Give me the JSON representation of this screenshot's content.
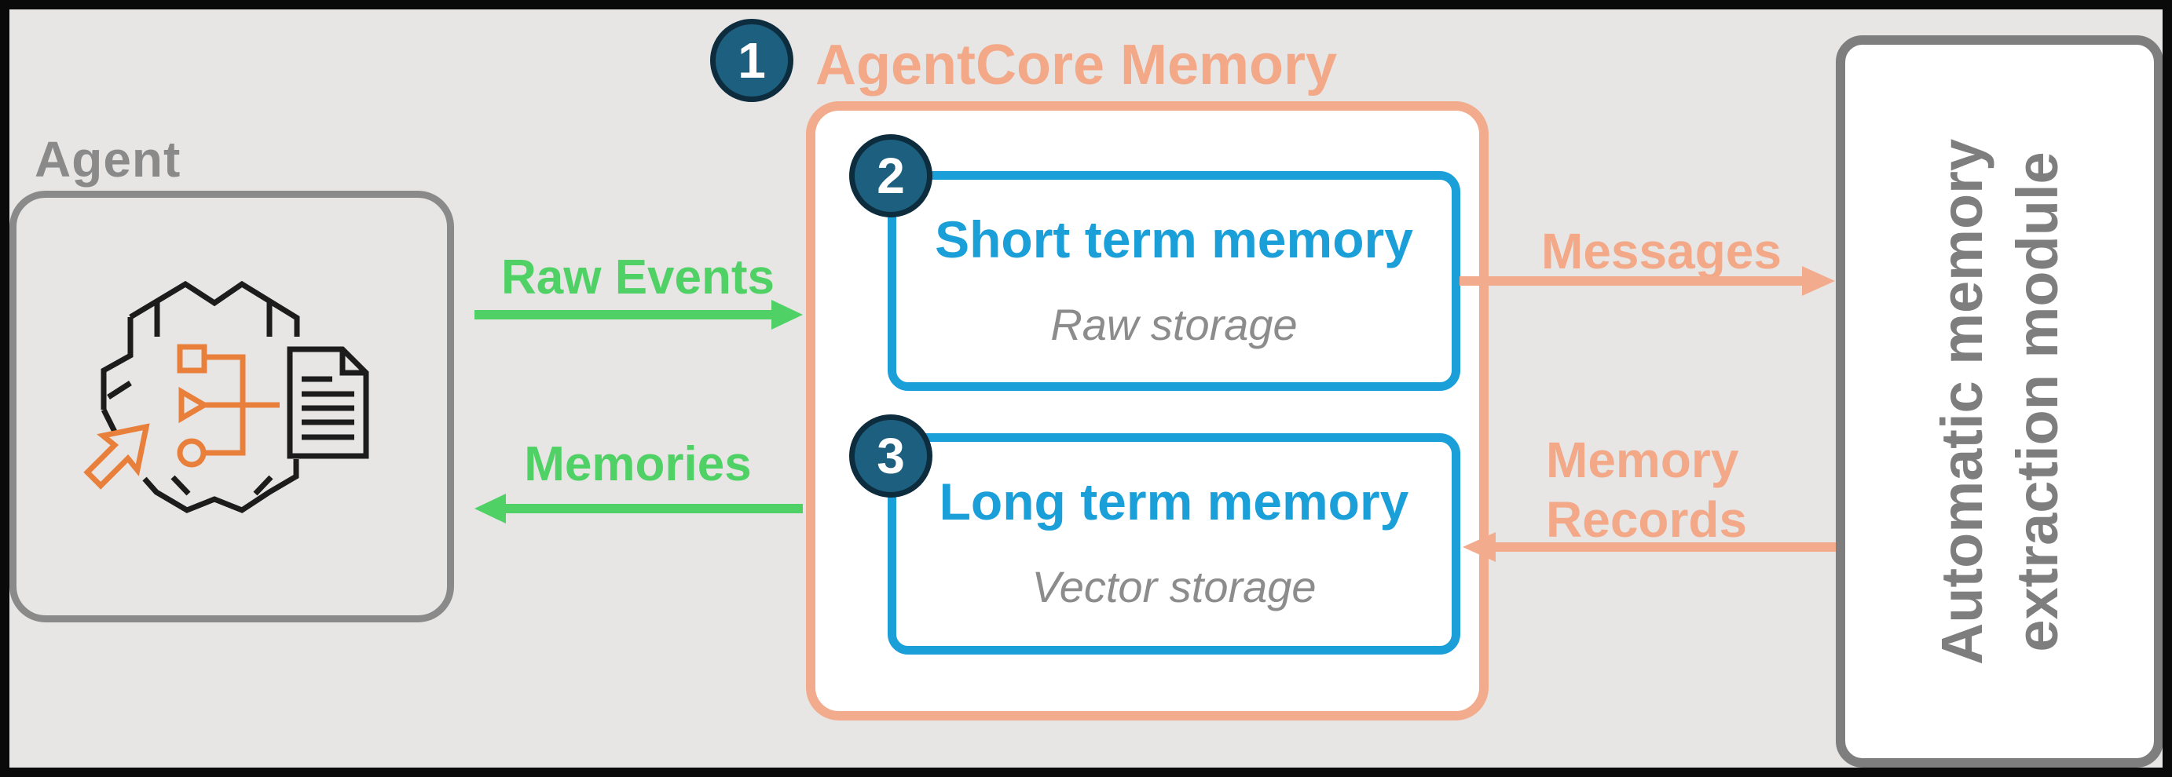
{
  "colors": {
    "background": "#E7E6E5",
    "frame": "#0A0A0A",
    "gray": "#8A8A8A",
    "gray_dark": "#7E7E7E",
    "salmon": "#F3A888",
    "salmon_border": "#F2AC8D",
    "green": "#4FD166",
    "blue": "#1B9FD9",
    "circle_fill": "#1D5F7E",
    "circle_border": "#0D2C3E",
    "icon_orange": "#E8803C",
    "icon_black": "#1C1C1C",
    "storage_gray": "#8C8C8C"
  },
  "agent": {
    "label": "Agent"
  },
  "flows": {
    "raw_events": "Raw Events",
    "memories": "Memories",
    "messages": "Messages",
    "memory_records": {
      "line1": "Memory",
      "line2": "Records"
    }
  },
  "agentcore": {
    "badge": "1",
    "title": "AgentCore Memory",
    "short_term": {
      "badge": "2",
      "title": "Short term memory",
      "subtitle": "Raw storage"
    },
    "long_term": {
      "badge": "3",
      "title": "Long term memory",
      "subtitle": "Vector storage"
    }
  },
  "extraction_module": {
    "line1": "Automatic memory",
    "line2": "extraction module"
  },
  "icons": {
    "agent_icon": "agent-neural-network-icon",
    "document_icon": "document-icon",
    "cursor_icon": "cursor-arrow-icon"
  }
}
